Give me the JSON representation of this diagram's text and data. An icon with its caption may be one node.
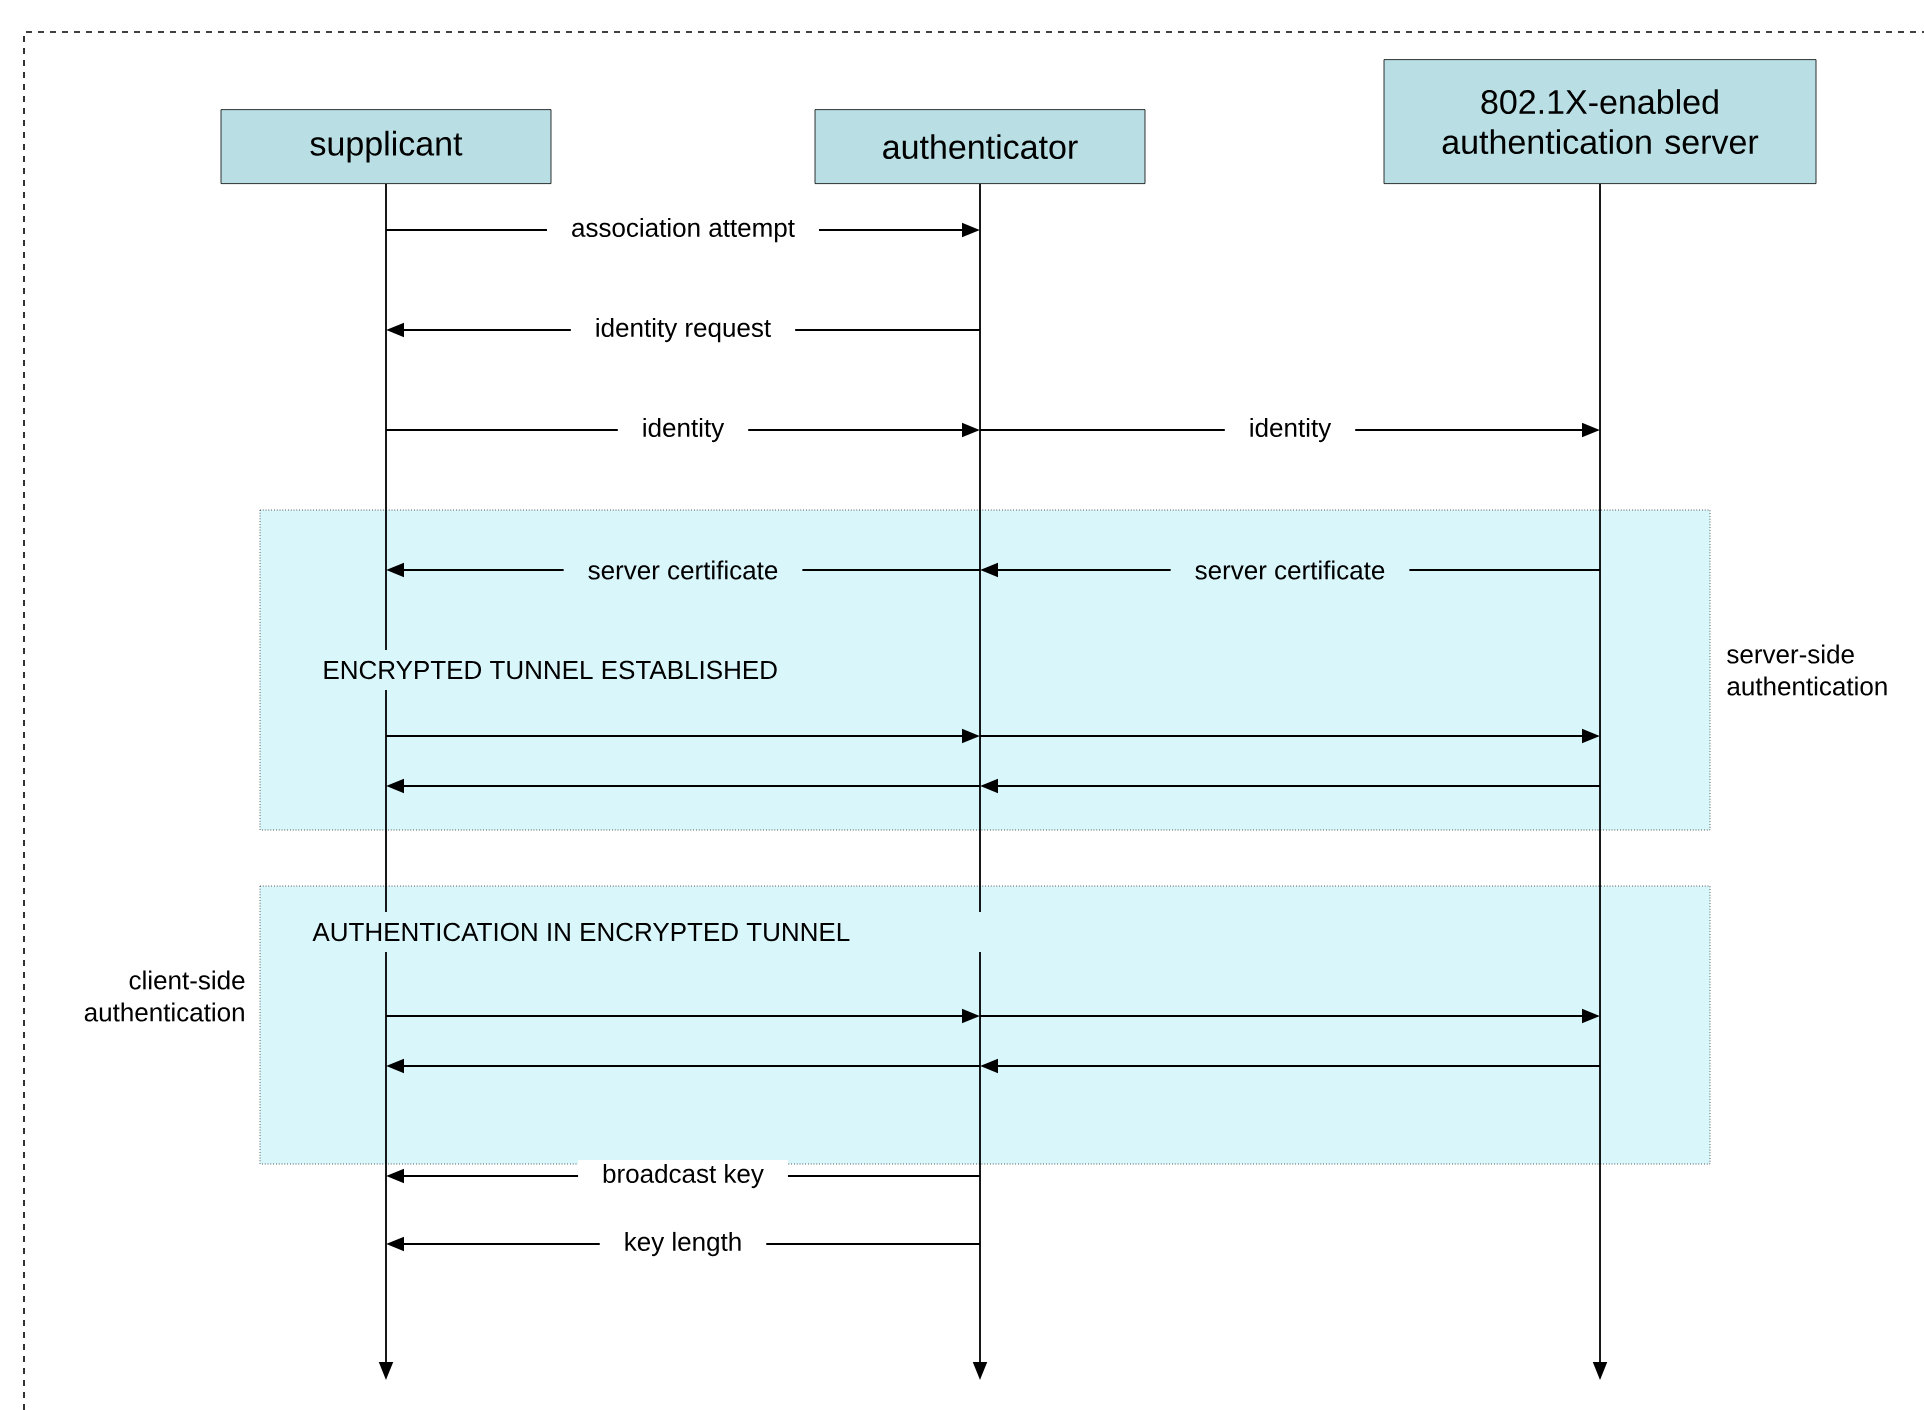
{
  "diagram": {
    "nodes": [
      {
        "text": [
          "supplicant"
        ]
      },
      {
        "text": [
          "authenticator"
        ]
      },
      {
        "text": [
          "802.1X-enabled authentication server"
        ]
      }
    ],
    "labels": [
      "ENCRYPTED TUNNEL ESTABLISHED",
      "server-side authentication",
      "AUTHENTICATION IN ENCRYPTED TUNNEL",
      "client-side authentication"
    ],
    "edges": [
      {
        "from": 0,
        "to": 1,
        "arrow": "to",
        "label": "association attempt"
      },
      {
        "from": 1,
        "to": 0,
        "arrow": "to",
        "label": "identity request"
      },
      {
        "from": 0,
        "to": 1,
        "arrow": "to",
        "label": "identity"
      },
      {
        "from": 1,
        "to": 2,
        "arrow": "to",
        "label": "identity"
      },
      {
        "from": 2,
        "to": 1,
        "arrow": "to",
        "label": "server certificate"
      },
      {
        "from": 1,
        "to": 0,
        "arrow": "to",
        "label": "server certificate"
      },
      {
        "from": 0,
        "to": 1,
        "arrow": "to"
      },
      {
        "from": 1,
        "to": 2,
        "arrow": "to"
      },
      {
        "from": 2,
        "to": 1,
        "arrow": "to"
      },
      {
        "from": 1,
        "to": 0,
        "arrow": "to"
      },
      {
        "from": 0,
        "to": 1,
        "arrow": "to"
      },
      {
        "from": 1,
        "to": 2,
        "arrow": "to"
      },
      {
        "from": 2,
        "to": 1,
        "arrow": "to"
      },
      {
        "from": 1,
        "to": 0,
        "arrow": "to"
      },
      {
        "from": 1,
        "to": 0,
        "arrow": "to",
        "label": "broadcast key"
      },
      {
        "from": 1,
        "to": 0,
        "arrow": "to",
        "label": "key length"
      }
    ]
  }
}
